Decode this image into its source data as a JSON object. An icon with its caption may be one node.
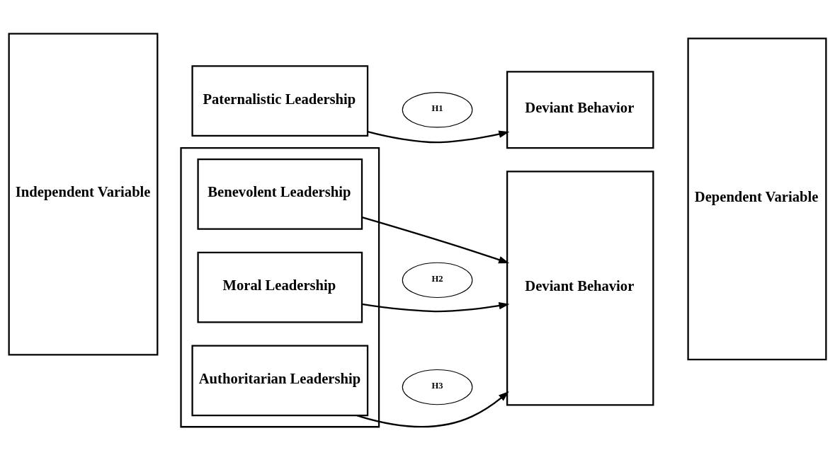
{
  "diagram": {
    "nodes": [
      {
        "text": [
          "Independent Variable"
        ]
      },
      {
        "text": [
          "Paternalistic Leadership"
        ]
      },
      {
        "text": [],
        "shape": "box"
      },
      {
        "text": [
          "Benevolent Leadership"
        ],
        "in": 2
      },
      {
        "text": [
          "Moral Leadership"
        ],
        "in": 2
      },
      {
        "text": [
          "Authoritarian Leadership"
        ],
        "in": 2
      },
      {
        "text": [
          "H1"
        ]
      },
      {
        "text": [
          "H2"
        ]
      },
      {
        "text": [
          "H3"
        ]
      },
      {
        "text": [
          "Deviant Behavior"
        ]
      },
      {
        "text": [
          "Deviant Behavior"
        ]
      },
      {
        "text": [
          "Dependent Variable"
        ]
      }
    ],
    "edges": [
      {
        "from": 1,
        "to": 9,
        "arrow": "to"
      },
      {
        "from": 3,
        "to": 10,
        "arrow": "to"
      },
      {
        "from": 4,
        "to": 10,
        "arrow": "to"
      },
      {
        "from": 5,
        "to": 10,
        "arrow": "to"
      }
    ]
  }
}
